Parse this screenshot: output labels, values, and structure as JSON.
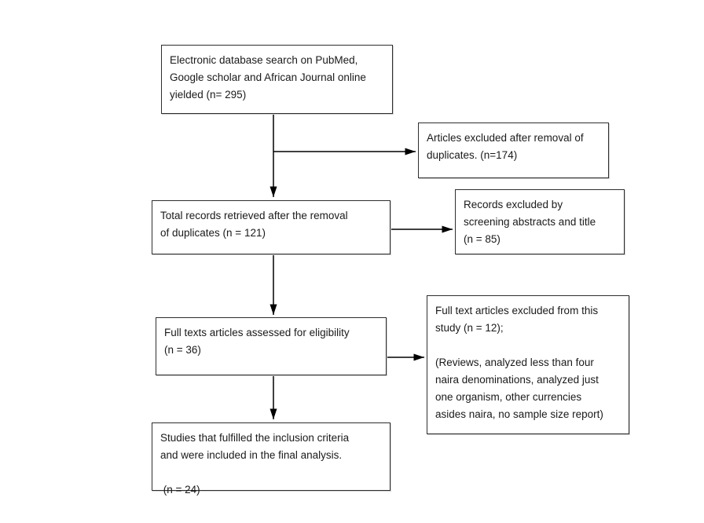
{
  "diagram": {
    "boxes": {
      "database_search": {
        "text": "Electronic database search on PubMed,\nGoogle scholar and African Journal online\nyielded (n= 295)"
      },
      "duplicates_excluded": {
        "text": "Articles excluded after removal of\nduplicates. (n=174)"
      },
      "records_after_duplicates": {
        "text": "Total records retrieved after the removal\nof duplicates (n = 121)"
      },
      "screening_excluded": {
        "text": "Records excluded by\nscreening abstracts and title\n(n = 85)"
      },
      "fulltext_assessed": {
        "text": "Full texts articles assessed for eligibility\n(n = 36)"
      },
      "fulltext_excluded": {
        "text": "Full text articles excluded from this\nstudy (n = 12);\n\n(Reviews, analyzed less than four\nnaira denominations, analyzed just\none organism, other currencies\nasides naira, no sample size report)"
      },
      "included_studies": {
        "text": "Studies that fulfilled the inclusion criteria\nand were included in the final analysis.\n\n (n = 24)"
      }
    },
    "colors": {
      "background": "#ffffff",
      "box_border": "#2e2e2e",
      "arrow": "#000000",
      "text": "#1a1a1a"
    }
  }
}
